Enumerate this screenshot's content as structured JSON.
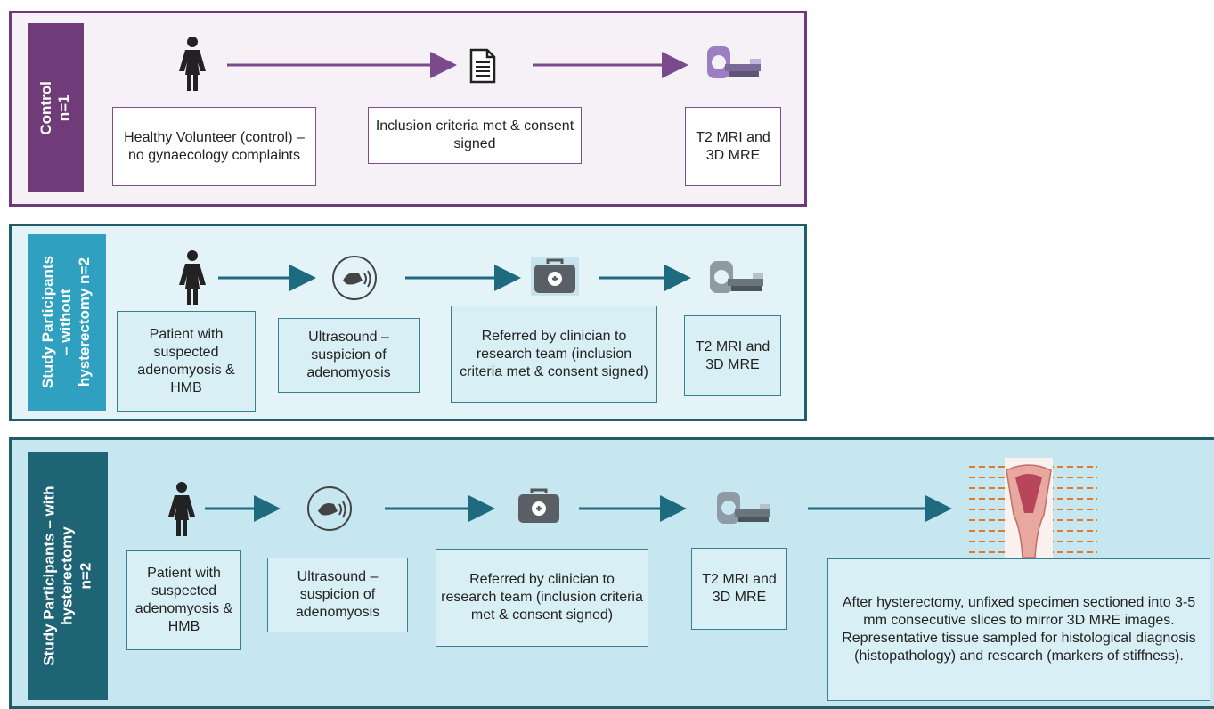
{
  "control": {
    "label_line1": "Control",
    "label_line2": "n=1",
    "step1": "Healthy Volunteer (control) – no gynaecology complaints",
    "step2": "Inclusion criteria met & consent signed",
    "step3": "T2 MRI and 3D MRE"
  },
  "without_hysterectomy": {
    "label_line1": "Study Participants",
    "label_line2": "– without",
    "label_line3": "hysterectomy n=2",
    "step1": "Patient with suspected adenomyosis & HMB",
    "step2": "Ultrasound – suspicion of adenomyosis",
    "step3": "Referred by clinician to research team (inclusion criteria met & consent signed)",
    "step4": "T2 MRI and 3D MRE"
  },
  "with_hysterectomy": {
    "label_line1": "Study Participants – with",
    "label_line2": "hysterectomy",
    "label_line3": "n=2",
    "step1": "Patient with suspected adenomyosis & HMB",
    "step2": "Ultrasound – suspicion of adenomyosis",
    "step3": "Referred by clinician to research team (inclusion criteria met & consent signed)",
    "step4": "T2 MRI and 3D MRE",
    "step5": "After hysterectomy, unfixed specimen sectioned into 3-5 mm consecutive slices to mirror 3D MRE images. Representative tissue sampled for histological diagnosis (histopathology) and research (markers of stiffness)."
  },
  "icons": [
    "person-icon",
    "document-icon",
    "mri-scanner-icon",
    "ultrasound-icon",
    "medical-bag-icon",
    "uterus-specimen-icon"
  ],
  "colors": {
    "control": "#6f3b78",
    "without": "#30a0c0",
    "with": "#1f6475",
    "arrow_control": "#7a4a8c",
    "arrow_study": "#1e6a7f"
  }
}
